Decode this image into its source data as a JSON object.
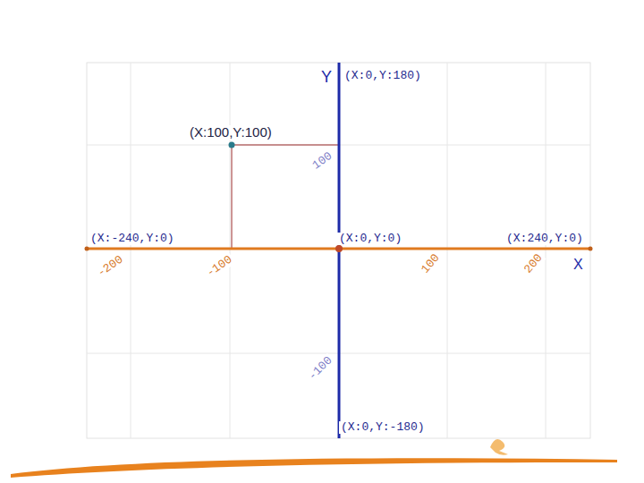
{
  "diagram": {
    "labels": [
      "Y",
      "(X:0,Y:180)",
      "(X:100,Y:100)",
      "100",
      "(X:-240,Y:0)",
      "(X:0,Y:0)",
      "(X:240,Y:0)",
      "-200",
      "-100",
      "100",
      "200",
      "X",
      "-100",
      "(X:0,Y:-180)"
    ]
  }
}
